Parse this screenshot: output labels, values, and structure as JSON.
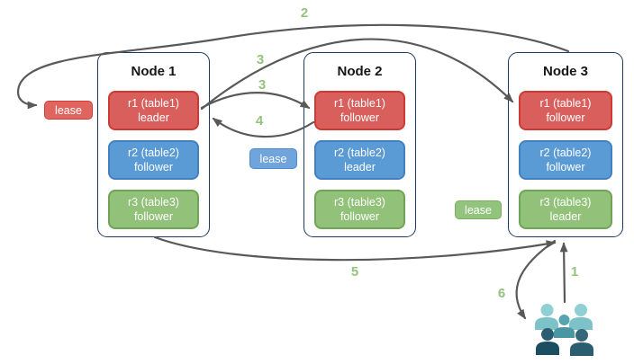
{
  "nodes": [
    {
      "title": "Node 1",
      "replicas": [
        {
          "line1": "r1 (table1)",
          "line2": "leader",
          "color": "red"
        },
        {
          "line1": "r2 (table2)",
          "line2": "follower",
          "color": "blue"
        },
        {
          "line1": "r3 (table3)",
          "line2": "follower",
          "color": "green"
        }
      ]
    },
    {
      "title": "Node 2",
      "replicas": [
        {
          "line1": "r1 (table1)",
          "line2": "follower",
          "color": "red"
        },
        {
          "line1": "r2 (table2)",
          "line2": "leader",
          "color": "blue"
        },
        {
          "line1": "r3 (table3)",
          "line2": "follower",
          "color": "green"
        }
      ]
    },
    {
      "title": "Node 3",
      "replicas": [
        {
          "line1": "r1 (table1)",
          "line2": "follower",
          "color": "red"
        },
        {
          "line1": "r2 (table2)",
          "line2": "follower",
          "color": "blue"
        },
        {
          "line1": "r3 (table3)",
          "line2": "leader",
          "color": "green"
        }
      ]
    }
  ],
  "leases": {
    "red": {
      "label": "lease"
    },
    "blue": {
      "label": "lease"
    },
    "green": {
      "label": "lease"
    }
  },
  "steps": {
    "s1": "1",
    "s2": "2",
    "s3a": "3",
    "s3b": "3",
    "s4": "4",
    "s5": "5",
    "s6": "6"
  },
  "icons": {
    "users_group": "users-group-icon"
  },
  "colors": {
    "replica_red": "#d95f5c",
    "replica_red_border": "#cc3a33",
    "replica_blue": "#5b9bd5",
    "replica_blue_border": "#4181c0",
    "replica_green": "#92c279",
    "replica_green_border": "#6fa355",
    "lease_red": "#e0655f",
    "lease_red_border": "#d23b34",
    "lease_blue": "#6fa4dc",
    "lease_blue_border": "#4d8bc9",
    "lease_green": "#93c47d",
    "lease_green_border": "#7cab62",
    "node_border": "#1e3a5f",
    "arrow": "#595959",
    "step_label": "#93c47d",
    "users_light": "#8ed0d3",
    "users_light_body": "#7cc2c8",
    "users_mid": "#55a4af",
    "users_mid_body": "#4a97a3",
    "users_dark_left": "#2b5d70",
    "users_dark_left_body": "#1c4e62",
    "users_dark_right": "#356879",
    "users_dark_right_body": "#2b5d70"
  }
}
